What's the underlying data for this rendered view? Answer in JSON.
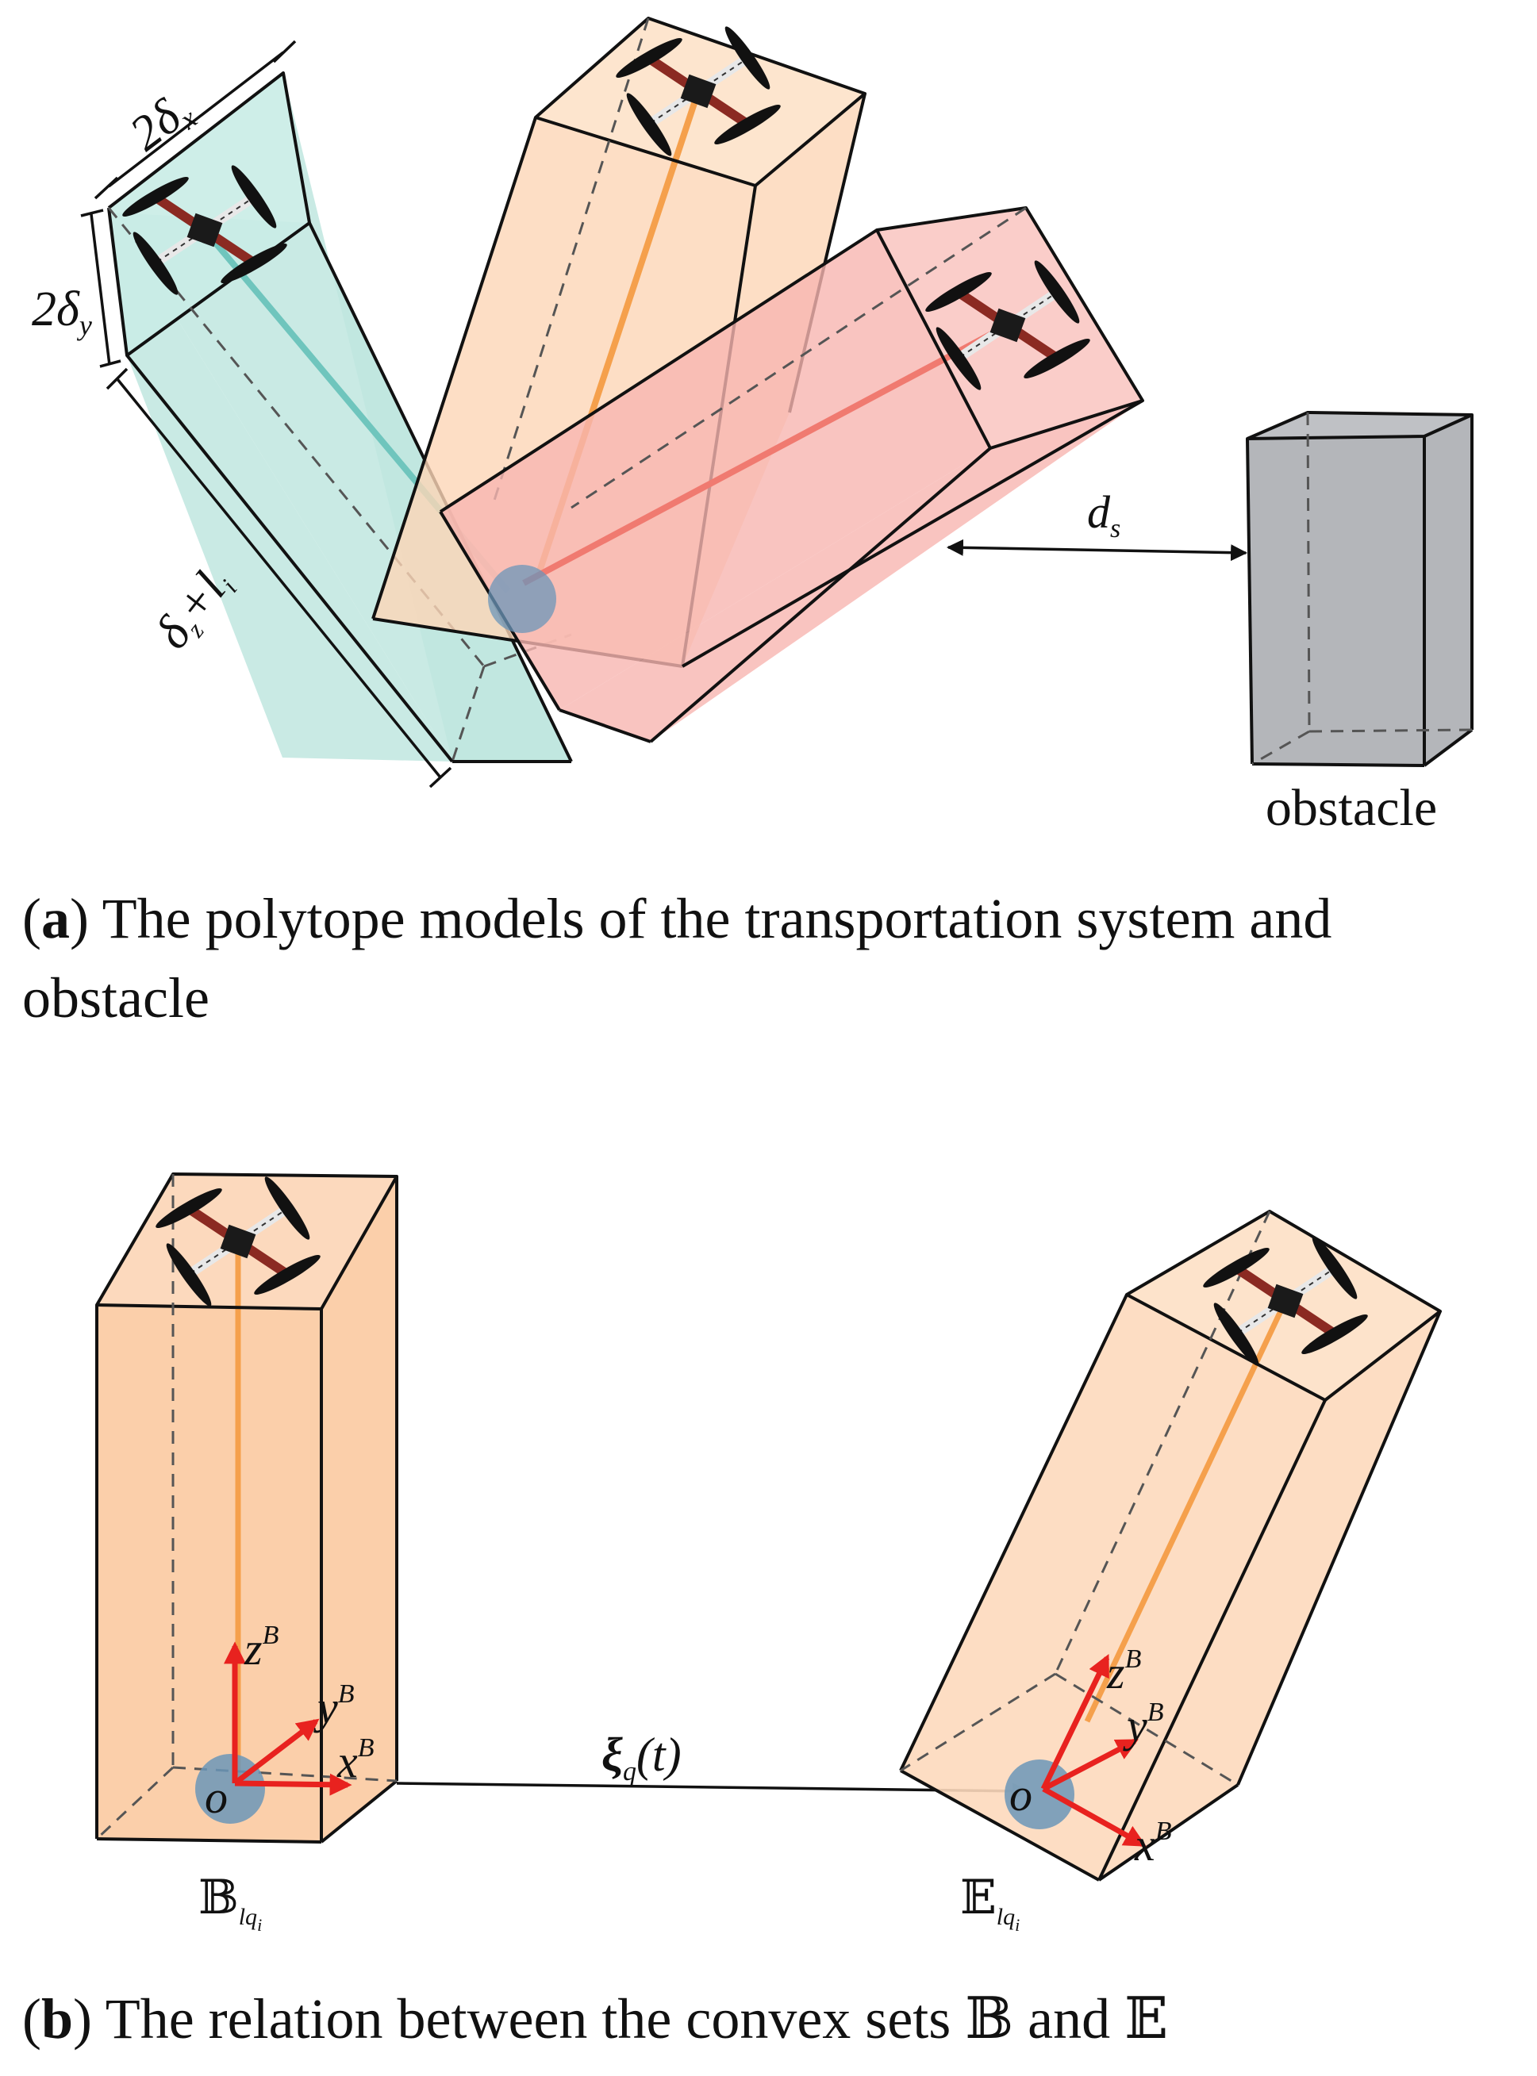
{
  "figure_a": {
    "labels": {
      "width_x": "2δ",
      "width_x_sub": "x",
      "width_y": "2δ",
      "width_y_sub": "y",
      "length_delta": "δ",
      "length_delta_sub": "z",
      "length_plus": "+",
      "length_l": "l",
      "length_l_sub": "i",
      "distance": "d",
      "distance_sub": "s",
      "obstacle": "obstacle"
    },
    "caption_letter": "a",
    "caption_text": "The polytope models of the transportation system and obstacle"
  },
  "figure_b": {
    "labels": {
      "z_axis": "z",
      "y_axis": "y",
      "x_axis": "x",
      "axis_sup": "B",
      "origin": "o",
      "xi": "ξ",
      "xi_sub": "q",
      "xi_arg": "(t)",
      "set_B": "𝔹",
      "set_E": "𝔼",
      "set_sub": "lq",
      "set_sub_i": "i"
    },
    "caption_letter": "b",
    "caption_text": "The relation between the convex sets 𝔹 and 𝔼"
  },
  "colors": {
    "teal": "#bfe6df",
    "orange": "#fcd6b6",
    "red": "#f7b5b0",
    "grey": "#b4b6ba",
    "axis_red": "#e8221f",
    "payload_blue": "#6b96b9"
  }
}
